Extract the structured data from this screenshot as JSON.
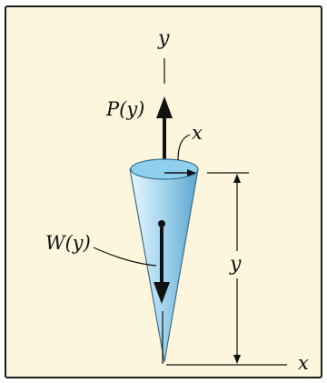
{
  "colors": {
    "panel_fill": "#fdf5dc",
    "panel_border": "#1b1b1b",
    "cone_light": "#e9f7fd",
    "cone_mid": "#a9d8ef",
    "cone_dark": "#5aa6cf",
    "cone_top": "#8fd0ef",
    "ink": "#111111"
  },
  "labels": {
    "y_axis": "y",
    "p_force": "P(y)",
    "x_axis_top": "x",
    "weight": "W(y)",
    "dimension_y": "y",
    "x_axis_bottom": "x"
  }
}
